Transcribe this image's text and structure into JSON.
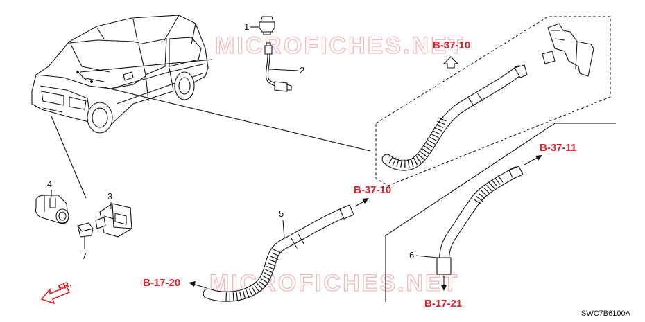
{
  "watermark": "MICROFICHES.NET",
  "diagram_code": "SWC7B6100A",
  "front_label": "FR.",
  "callouts": {
    "c1": "1",
    "c2": "2",
    "c3": "3",
    "c4": "4",
    "c5": "5",
    "c6": "6",
    "c7": "7"
  },
  "references": {
    "ref_top": "B-37-10",
    "ref_mid": "B-37-10",
    "ref_right": "B-37-11",
    "ref_left": "B-17-20",
    "ref_bottom": "B-17-21"
  },
  "colors": {
    "reference": "#e0202a",
    "watermark": "#f3b8bc",
    "line": "#111111"
  }
}
